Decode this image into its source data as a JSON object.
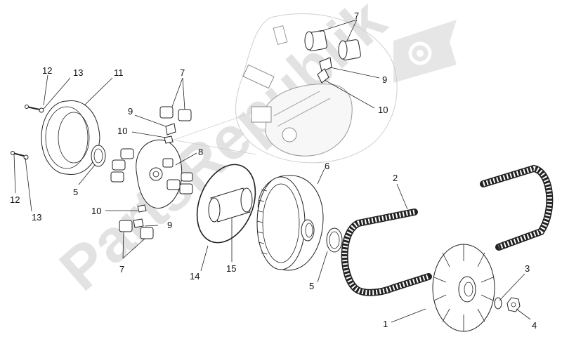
{
  "watermark": {
    "text": "PartsRepublik"
  },
  "labels": {
    "l1": "1",
    "l2": "2",
    "l3": "3",
    "l4": "4",
    "l5a": "5",
    "l5b": "5",
    "l6": "6",
    "l7a": "7",
    "l7b": "7",
    "l7c": "7",
    "l8": "8",
    "l9a": "9",
    "l9b": "9",
    "l9c": "9",
    "l10a": "10",
    "l10b": "10",
    "l10c": "10",
    "l11": "11",
    "l12a": "12",
    "l12b": "12",
    "l13a": "13",
    "l13b": "13",
    "l14": "14",
    "l15": "15"
  }
}
